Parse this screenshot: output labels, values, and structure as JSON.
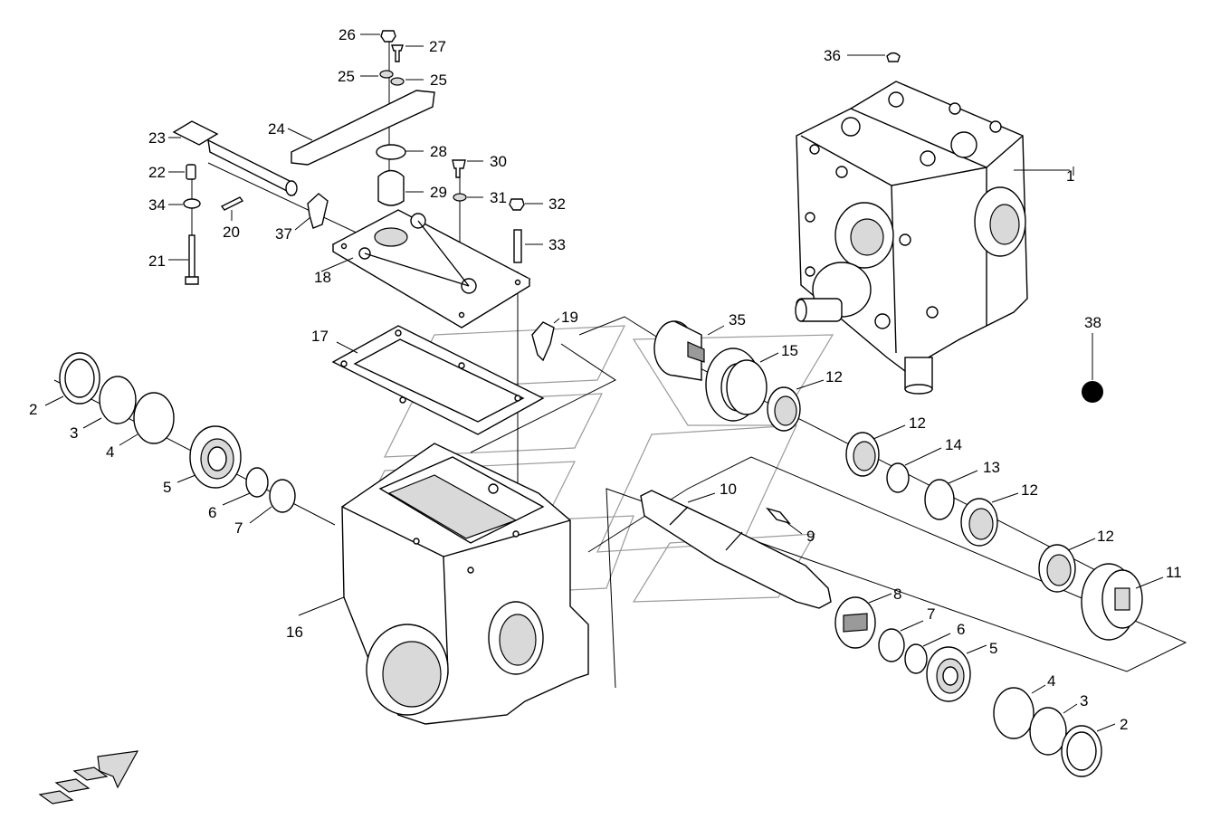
{
  "labels": [
    {
      "id": "1",
      "text": "1"
    },
    {
      "id": "2a",
      "text": "2"
    },
    {
      "id": "2b",
      "text": "2"
    },
    {
      "id": "3a",
      "text": "3"
    },
    {
      "id": "3b",
      "text": "3"
    },
    {
      "id": "4a",
      "text": "4"
    },
    {
      "id": "4b",
      "text": "4"
    },
    {
      "id": "5a",
      "text": "5"
    },
    {
      "id": "5b",
      "text": "5"
    },
    {
      "id": "6a",
      "text": "6"
    },
    {
      "id": "6b",
      "text": "6"
    },
    {
      "id": "7a",
      "text": "7"
    },
    {
      "id": "7b",
      "text": "7"
    },
    {
      "id": "8",
      "text": "8"
    },
    {
      "id": "9",
      "text": "9"
    },
    {
      "id": "10",
      "text": "10"
    },
    {
      "id": "11",
      "text": "11"
    },
    {
      "id": "12a",
      "text": "12"
    },
    {
      "id": "12b",
      "text": "12"
    },
    {
      "id": "12c",
      "text": "12"
    },
    {
      "id": "12d",
      "text": "12"
    },
    {
      "id": "13",
      "text": "13"
    },
    {
      "id": "14",
      "text": "14"
    },
    {
      "id": "15",
      "text": "15"
    },
    {
      "id": "16",
      "text": "16"
    },
    {
      "id": "17",
      "text": "17"
    },
    {
      "id": "18",
      "text": "18"
    },
    {
      "id": "19",
      "text": "19"
    },
    {
      "id": "20",
      "text": "20"
    },
    {
      "id": "21",
      "text": "21"
    },
    {
      "id": "22",
      "text": "22"
    },
    {
      "id": "23",
      "text": "23"
    },
    {
      "id": "24",
      "text": "24"
    },
    {
      "id": "25a",
      "text": "25"
    },
    {
      "id": "25b",
      "text": "25"
    },
    {
      "id": "26",
      "text": "26"
    },
    {
      "id": "27",
      "text": "27"
    },
    {
      "id": "28",
      "text": "28"
    },
    {
      "id": "29",
      "text": "29"
    },
    {
      "id": "30",
      "text": "30"
    },
    {
      "id": "31",
      "text": "31"
    },
    {
      "id": "32",
      "text": "32"
    },
    {
      "id": "33",
      "text": "33"
    },
    {
      "id": "34",
      "text": "34"
    },
    {
      "id": "35",
      "text": "35"
    },
    {
      "id": "36",
      "text": "36"
    },
    {
      "id": "37",
      "text": "37"
    },
    {
      "id": "38",
      "text": "38"
    }
  ]
}
